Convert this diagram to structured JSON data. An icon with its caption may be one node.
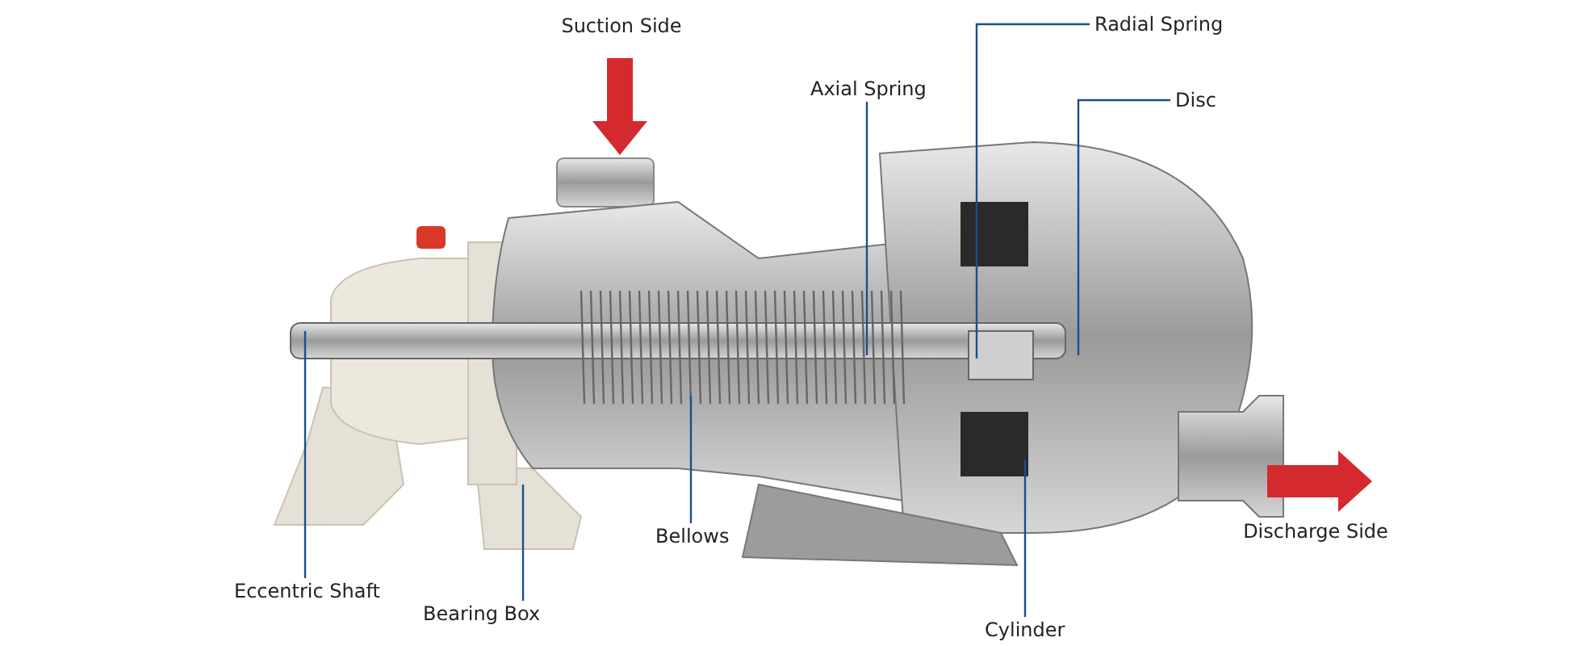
{
  "diagram": {
    "nodes": [
      {
        "text": [
          "Eccentric Shaft"
        ]
      },
      {
        "text": [
          "Bearing Box"
        ]
      },
      {
        "text": [
          "Bellows"
        ]
      },
      {
        "text": [
          "Axial Spring"
        ]
      },
      {
        "text": [
          "Radial Spring"
        ]
      },
      {
        "text": [
          "Disc"
        ]
      },
      {
        "text": [
          "Cylinder"
        ]
      }
    ],
    "edges": [
      {
        "from": 0,
        "to": null,
        "arrow": "none"
      },
      {
        "from": 1,
        "to": null,
        "arrow": "none"
      },
      {
        "from": 2,
        "to": null,
        "arrow": "none"
      },
      {
        "from": 3,
        "to": null,
        "arrow": "none"
      },
      {
        "from": 4,
        "to": null,
        "arrow": "none"
      },
      {
        "from": 5,
        "to": null,
        "arrow": "none"
      },
      {
        "from": 6,
        "to": null,
        "arrow": "none"
      }
    ],
    "labels": [
      "Suction Side",
      "Discharge Side"
    ]
  }
}
